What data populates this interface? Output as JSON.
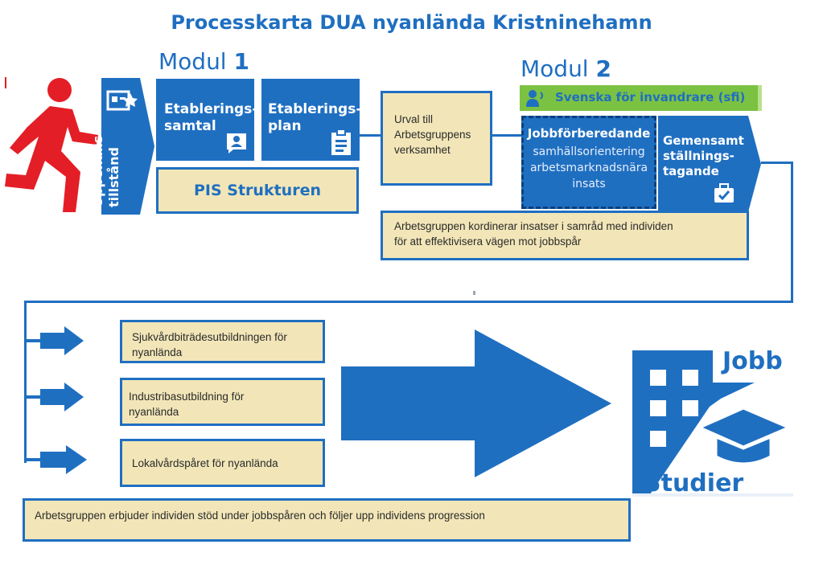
{
  "title": "Processkarta DUA nyanlända Kristninehamn",
  "modul1": {
    "word": "Modul",
    "number": "1"
  },
  "modul2": {
    "word": "Modul",
    "number": "2"
  },
  "uppehallstillstand": "Uppehålls-\ntillstånd",
  "etableringssamtal": "Etablerings-\nsamtal",
  "etableringsplan": "Etablerings-\nplan",
  "pis": "PIS Strukturen",
  "urval": "Urval till\nArbetsgruppens\nverksamhet",
  "sfi": "Svenska för invandrare (sfi)",
  "jobbforberedande": {
    "heading": "Jobbförberedande",
    "lines": "samhällsorientering\narbetsmarknadsnära\ninsats"
  },
  "gemensamt": "Gemensamt\nställnings-\ntagande",
  "kordinerar": "Arbetsgruppen kordinerar insatser i samråd med individen\nför att effektivisera vägen mot jobbspår",
  "tracks": [
    "Sjukvårdbiträdesutbildningen för\nnyanlända",
    "Industribasutbildning för\nnyanlända",
    "Lokalvårdspåret för nyanlända"
  ],
  "erbjuder": "Arbetsgruppen erbjuder individen stöd under jobbspåren och följer upp individens progression",
  "jobb": "Jobb",
  "studier": "Studier",
  "colors": {
    "blue": "#1f6fc1",
    "beige": "#f2e6b8",
    "green": "#7cc242",
    "red": "#e41e26"
  }
}
